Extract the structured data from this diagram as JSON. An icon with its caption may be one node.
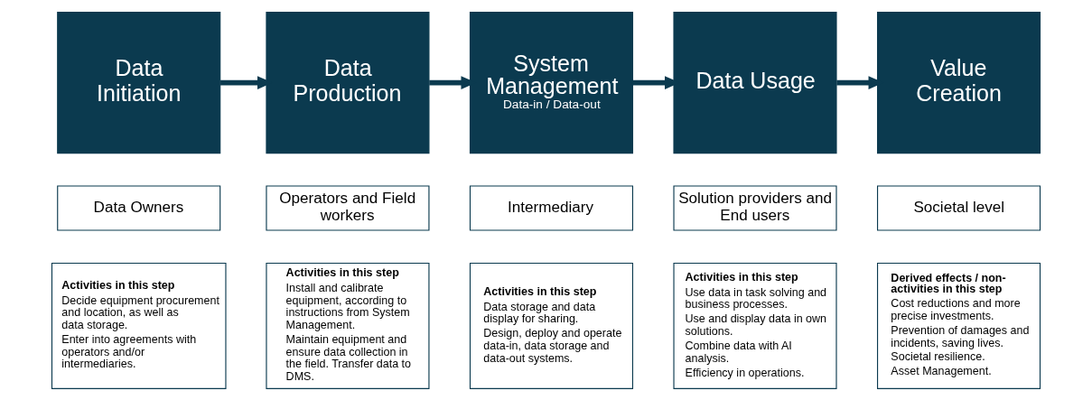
{
  "diagram": {
    "nodes": [
      {
        "text": [
          "Data Initiation"
        ]
      },
      {
        "text": [
          "Data Production"
        ]
      },
      {
        "text": [
          "System Management",
          "Data-in / Data-out"
        ]
      },
      {
        "text": [
          "Data Usage"
        ]
      },
      {
        "text": [
          "Value Creation"
        ]
      },
      {
        "text": [
          "Data Owners"
        ]
      },
      {
        "text": [
          "Operators and Field workers"
        ]
      },
      {
        "text": [
          "Intermediary"
        ]
      },
      {
        "text": [
          "Solution providers and End users"
        ]
      },
      {
        "text": [
          "Societal level"
        ]
      },
      {
        "text": [
          "Activities in this step",
          "Decide equipment procurement and location, as well as data storage.",
          "Enter into agreements with operators and/or intermediaries."
        ]
      },
      {
        "text": [
          "Activities in this step",
          "Install and calibrate equipment, according to instructions from System Management.",
          "Maintain equipment and ensure data collection in the field. Transfer data to DMS."
        ]
      },
      {
        "text": [
          "Activities in this step",
          "Data storage and data display for sharing.",
          "Design, deploy and operate data-in, data storage and data-out systems."
        ]
      },
      {
        "text": [
          "Activities in this step",
          "Use data in task solving and business processes.",
          "Use and display data in own solutions.",
          "Combine data with AI analysis.",
          "Efficiency in operations."
        ]
      },
      {
        "text": [
          "Derived effects / non-activities in this step",
          "Cost reductions and more precise investments.",
          "Prevention of damages and incidents, saving lives.",
          "Societal resilience.",
          "Asset Management."
        ]
      }
    ],
    "edges": [
      {
        "from": 0,
        "to": 1,
        "arrow": "to"
      },
      {
        "from": 1,
        "to": 2,
        "arrow": "to"
      },
      {
        "from": 2,
        "to": 3,
        "arrow": "to"
      },
      {
        "from": 3,
        "to": 4,
        "arrow": "to"
      }
    ]
  }
}
